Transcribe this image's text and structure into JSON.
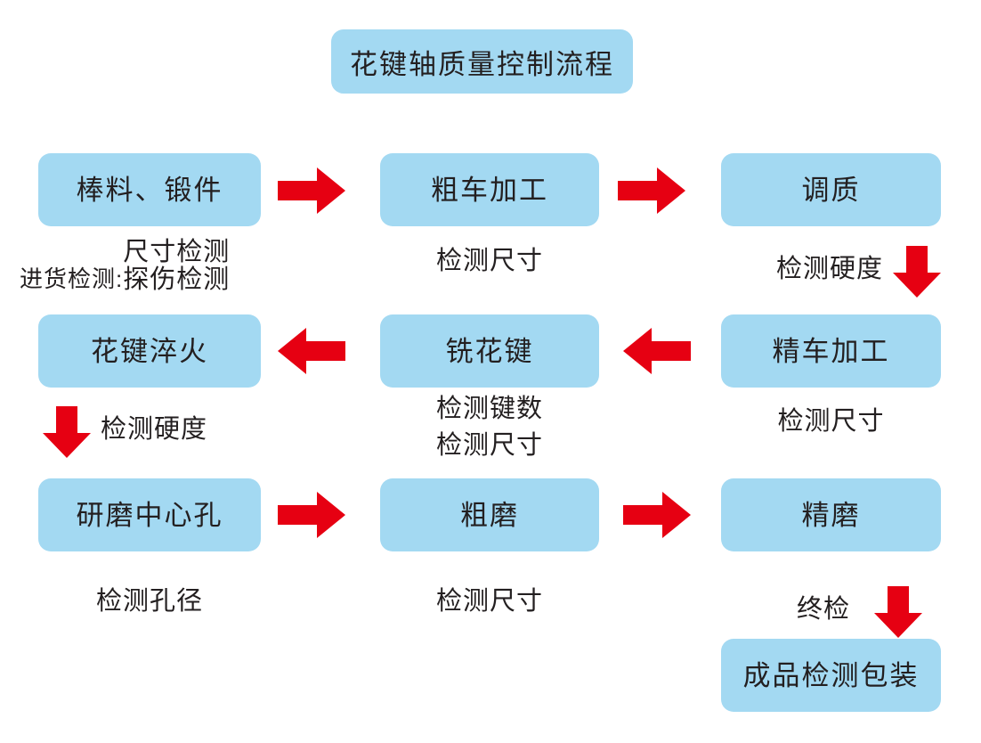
{
  "title": {
    "text": "花键轴质量控制流程"
  },
  "colors": {
    "box_fill": "#a3d9f2",
    "arrow_red": "#e60012",
    "text": "#231f20",
    "background": "#ffffff"
  },
  "nodes": [
    {
      "id": "n1",
      "label": "棒料、锻件"
    },
    {
      "id": "n2",
      "label": "粗车加工"
    },
    {
      "id": "n3",
      "label": "调质"
    },
    {
      "id": "n4",
      "label": "精车加工"
    },
    {
      "id": "n5",
      "label": "铣花键"
    },
    {
      "id": "n6",
      "label": "花键淬火"
    },
    {
      "id": "n7",
      "label": "研磨中心孔"
    },
    {
      "id": "n8",
      "label": "粗磨"
    },
    {
      "id": "n9",
      "label": "精磨"
    },
    {
      "id": "n10",
      "label": "成品检测包装"
    }
  ],
  "captions": {
    "incoming_prefix": "进货检测:",
    "incoming_line1": "尺寸检测",
    "incoming_line2": "探伤检测",
    "rough_turn": "检测尺寸",
    "quench_temper": "检测硬度",
    "fine_turn": "检测尺寸",
    "mill_spline_line1": "检测键数",
    "mill_spline_line2": "检测尺寸",
    "spline_quench": "检测硬度",
    "center_hole": "检测孔径",
    "rough_grind": "检测尺寸",
    "final_inspect": "终检"
  },
  "arrows": [
    {
      "id": "a1",
      "direction": "right",
      "name": "arrow-right-icon"
    },
    {
      "id": "a2",
      "direction": "right",
      "name": "arrow-right-icon"
    },
    {
      "id": "a3",
      "direction": "down",
      "name": "arrow-down-icon"
    },
    {
      "id": "a4",
      "direction": "left",
      "name": "arrow-left-icon"
    },
    {
      "id": "a5",
      "direction": "left",
      "name": "arrow-left-icon"
    },
    {
      "id": "a6",
      "direction": "down",
      "name": "arrow-down-icon"
    },
    {
      "id": "a7",
      "direction": "right",
      "name": "arrow-right-icon"
    },
    {
      "id": "a8",
      "direction": "right",
      "name": "arrow-right-icon"
    },
    {
      "id": "a9",
      "direction": "down",
      "name": "arrow-down-icon"
    }
  ]
}
